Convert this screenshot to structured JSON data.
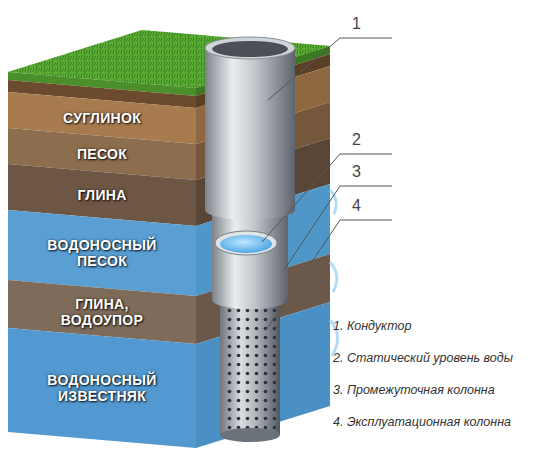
{
  "diagram": {
    "nodes": [
      {
        "text": [
          "СУГЛИНОК"
        ]
      },
      {
        "text": [
          "ПЕСОК"
        ]
      },
      {
        "text": [
          "ГЛИНА"
        ]
      },
      {
        "text": [
          "ВОДОНОСНЫЙ ПЕСОК"
        ]
      },
      {
        "text": [
          "ГЛИНА, ВОДОУПОР"
        ]
      },
      {
        "text": [
          "ВОДОНОСНЫЙ ИЗВЕСТНЯК"
        ]
      }
    ],
    "labels": [
      "1",
      "2",
      "3",
      "4",
      "1. Кондуктор",
      "2. Статический уровень воды",
      "3. Промежуточная колонна",
      "4. Эксплуатационная колонна"
    ]
  }
}
